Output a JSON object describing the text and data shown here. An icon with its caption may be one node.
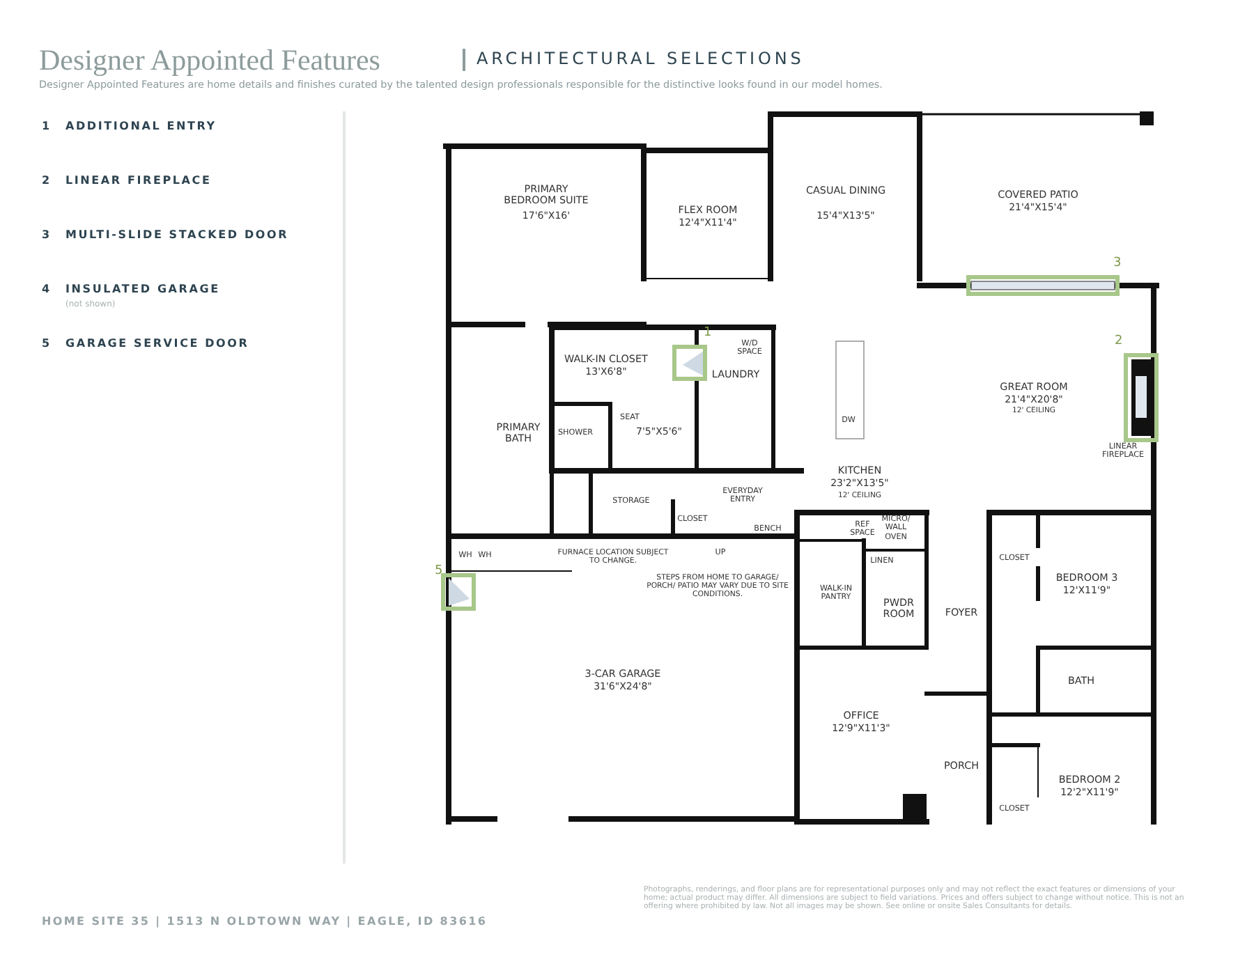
{
  "diagram": {
    "title": "Designer Appointed Features",
    "labels": [
      "ARCHITECTURAL SELECTIONS",
      "Designer Appointed Features are home details and finishes curated by the talented design professionals responsible for the distinctive looks found in our model homes.",
      "1",
      "ADDITIONAL ENTRY",
      "2",
      "LINEAR FIREPLACE",
      "3",
      "MULTI-SLIDE STACKED DOOR",
      "4",
      "INSULATED GARAGE",
      "(not shown)",
      "5",
      "GARAGE SERVICE DOOR",
      "PRIMARY BEDROOM SUITE",
      "17'6\"X16'",
      "FLEX ROOM",
      "12'4\"X11'4\"",
      "CASUAL DINING",
      "15'4\"X13'5\"",
      "COVERED PATIO",
      "21'4\"X15'4\"",
      "3",
      "1",
      "WALK-IN CLOSET",
      "13'X6'8\"",
      "W/D SPACE",
      "LAUNDRY",
      "2",
      "GREAT ROOM",
      "21'4\"X20'8\"",
      "12' CEILING",
      "SEAT",
      "PRIMARY BATH",
      "SHOWER",
      "7'5\"X5'6\"",
      "DW",
      "LINEAR FIREPLACE",
      "KITCHEN",
      "23'2\"X13'5\"",
      "12' CEILING",
      "STORAGE",
      "EVERYDAY ENTRY",
      "CLOSET",
      "BENCH",
      "REF SPACE",
      "MICRO/ WALL OVEN",
      "WH",
      "WH",
      "FURNACE LOCATION SUBJECT TO CHANGE.",
      "UP",
      "CLOSET",
      "BEDROOM 3",
      "12'X11'9\"",
      "LINEN",
      "5",
      "STEPS FROM HOME TO GARAGE/ PORCH/ PATIO MAY VARY DUE TO SITE CONDITIONS.",
      "WALK-IN PANTRY",
      "PWDR ROOM",
      "FOYER",
      "BATH",
      "3-CAR GARAGE",
      "31'6\"X24'8\"",
      "OFFICE",
      "12'9\"X11'3\"",
      "PORCH",
      "BEDROOM 2",
      "12'2\"X11'9\"",
      "CLOSET",
      "HOME SITE 35 | 1513 N OLDTOWN WAY | EAGLE, ID 83616",
      "Photographs, renderings, and floor plans are for representational purposes only and may not reflect the exact features or dimensions of your home; actual product may differ. All dimensions are subject to field variations. Prices and offers subject to change without notice. This is not an offering where prohibited by law. Not all images may be shown. See online or onsite Sales Consultants for details."
    ]
  }
}
